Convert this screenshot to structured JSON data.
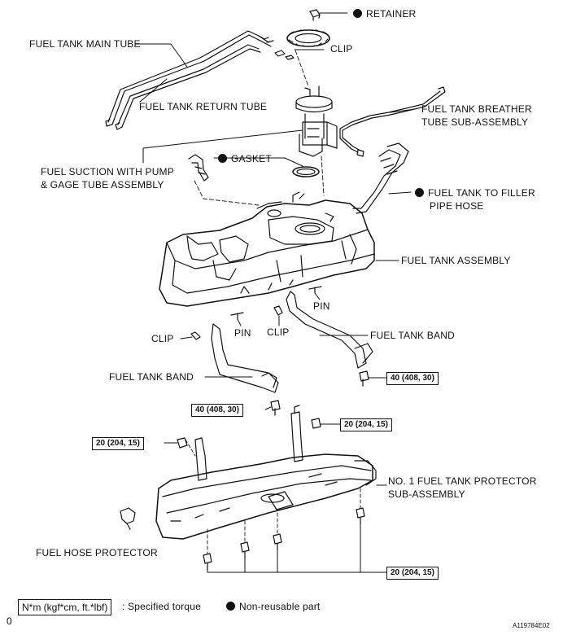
{
  "labels": {
    "retainer": "RETAINER",
    "clip_top": "CLIP",
    "main_tube": "FUEL TANK MAIN TUBE",
    "return_tube": "FUEL TANK RETURN TUBE",
    "breather_1": "FUEL TANK BREATHER",
    "breather_2": "TUBE SUB-ASSEMBLY",
    "suction_1": "FUEL SUCTION WITH PUMP",
    "suction_2": "& GAGE TUBE ASSEMBLY",
    "gasket": "GASKET",
    "filler_1": "FUEL TANK TO FILLER",
    "filler_2": "PIPE HOSE",
    "tank_assembly": "FUEL TANK ASSEMBLY",
    "pin_right": "PIN",
    "pin_left": "PIN",
    "clip_left": "CLIP",
    "clip_mid": "CLIP",
    "band_right": "FUEL TANK BAND",
    "band_left": "FUEL TANK BAND",
    "protector_1": "NO. 1 FUEL TANK PROTECTOR",
    "protector_2": "SUB-ASSEMBLY",
    "hose_protector": "FUEL HOSE PROTECTOR"
  },
  "torques": {
    "band_right": "40 (408, 30)",
    "band_left": "40 (408, 30)",
    "protector_right": "20 (204, 15)",
    "protector_left": "20 (204, 15)",
    "protector_bottom": "20 (204, 15)"
  },
  "legend": {
    "torque_box": "N*m (kgf*cm, ft.*lbf)",
    "torque_text": ": Specified torque",
    "nonreusable_text": "Non-reusable part"
  },
  "figure_id": "A119784E02",
  "corner_mark": "0"
}
